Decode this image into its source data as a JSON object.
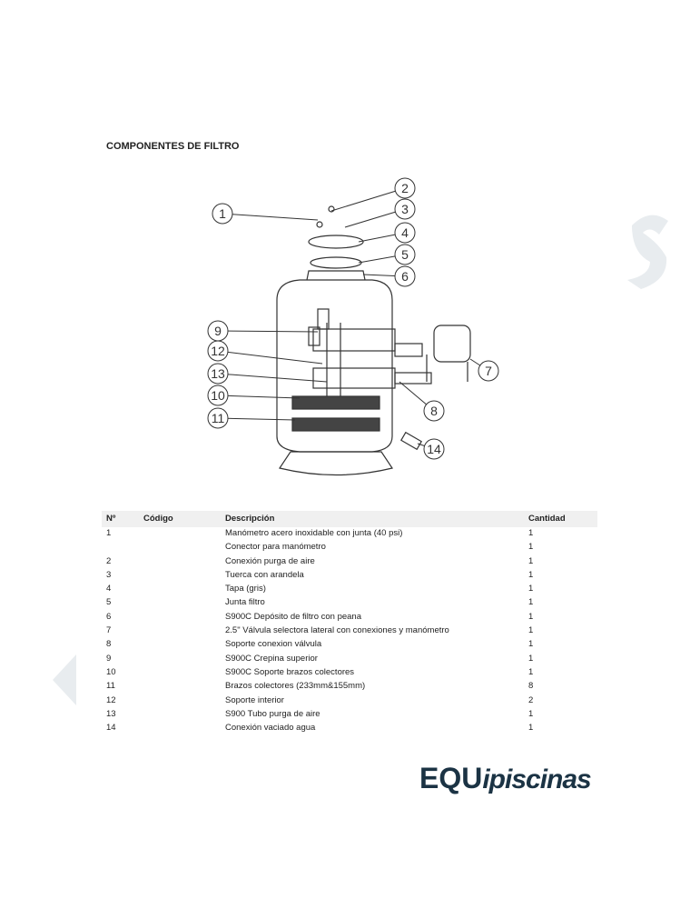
{
  "title": "COMPONENTES DE FILTRO",
  "callouts": [
    "1",
    "2",
    "3",
    "4",
    "5",
    "6",
    "7",
    "8",
    "9",
    "10",
    "11",
    "12",
    "13",
    "14"
  ],
  "table": {
    "headers": [
      "Nº",
      "Código",
      "Descripción",
      "Cantidad"
    ],
    "rows": [
      [
        "1",
        "",
        "Manómetro acero inoxidable con junta (40 psi)",
        "1"
      ],
      [
        "",
        "",
        "Conector para manómetro",
        "1"
      ],
      [
        "2",
        "",
        "Conexión purga de aire",
        "1"
      ],
      [
        "3",
        "",
        "Tuerca con arandela",
        "1"
      ],
      [
        "4",
        "",
        "Tapa (gris)",
        "1"
      ],
      [
        "5",
        "",
        "Junta filtro",
        "1"
      ],
      [
        "6",
        "",
        "S900C Depósito de filtro con peana",
        "1"
      ],
      [
        "7",
        "",
        "2.5\" Válvula selectora lateral con conexiones y manómetro",
        "1"
      ],
      [
        "8",
        "",
        "Soporte conexion válvula",
        "1"
      ],
      [
        "9",
        "",
        "S900C Crepina superior",
        "1"
      ],
      [
        "10",
        "",
        "S900C Soporte brazos colectores",
        "1"
      ],
      [
        "11",
        "",
        "Brazos colectores (233mm&155mm)",
        "8"
      ],
      [
        "12",
        "",
        "Soporte interior",
        "2"
      ],
      [
        "13",
        "",
        "S900 Tubo purga de aire",
        "1"
      ],
      [
        "14",
        "",
        "Conexión vaciado agua",
        "1"
      ]
    ]
  },
  "logo": {
    "text_bold": "EQU",
    "text_italic": "ipiscinas",
    "color": "#1b3344"
  }
}
